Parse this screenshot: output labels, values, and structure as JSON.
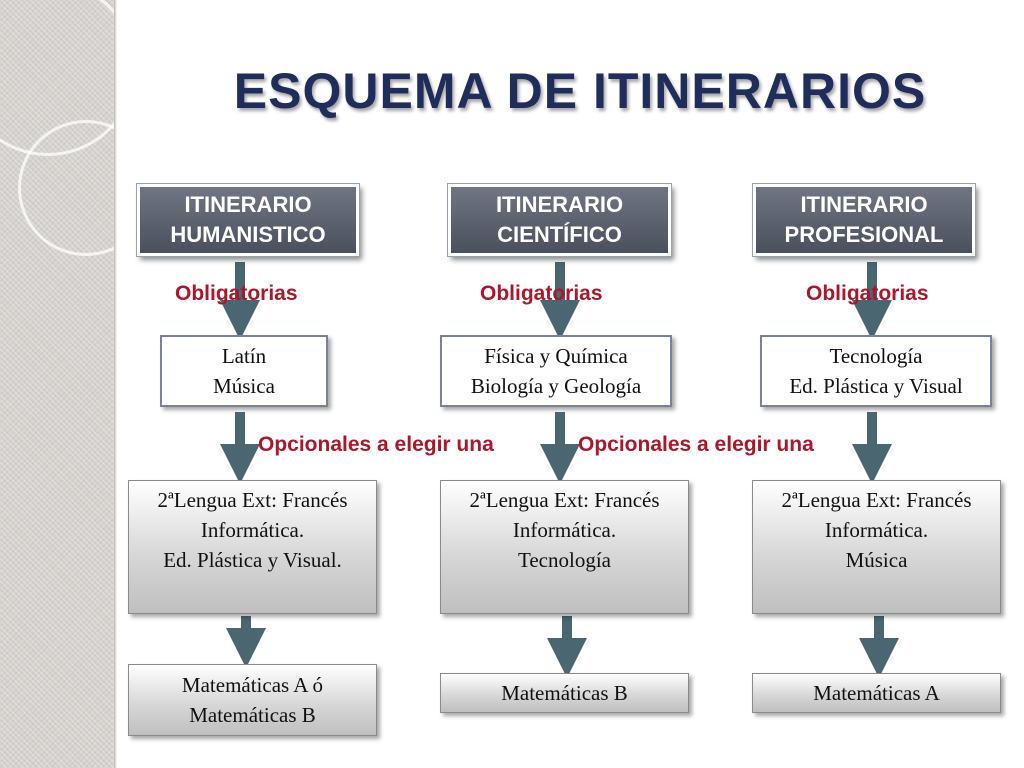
{
  "title": "ESQUEMA DE ITINERARIOS",
  "colors": {
    "title": "#1f2d5a",
    "header_box": "#5a5f6e",
    "label_red": "#a8182b",
    "arrow": "#4a6670"
  },
  "columns": [
    {
      "header": [
        "ITINERARIO",
        "HUMANISTICO"
      ],
      "obligatorias_label": "Obligatorias",
      "obligatorias": [
        "Latín",
        "Música"
      ],
      "opcionales": [
        "2ªLengua Ext: Francés",
        "Informática.",
        "Ed. Plástica y Visual."
      ],
      "matematicas": [
        "Matemáticas A ó",
        "Matemáticas B"
      ]
    },
    {
      "header": [
        "ITINERARIO",
        "CIENTÍFICO"
      ],
      "obligatorias_label": "Obligatorias",
      "obligatorias": [
        "Física y Química",
        "Biología y Geología"
      ],
      "opcionales": [
        "2ªLengua Ext: Francés",
        "Informática.",
        "Tecnología"
      ],
      "matematicas": [
        "Matemáticas B"
      ]
    },
    {
      "header": [
        "ITINERARIO",
        "PROFESIONAL"
      ],
      "obligatorias_label": "Obligatorias",
      "obligatorias": [
        "Tecnología",
        "Ed. Plástica y Visual"
      ],
      "opcionales": [
        "2ªLengua Ext: Francés",
        "Informática.",
        "Música"
      ],
      "matematicas": [
        "Matemáticas A"
      ]
    }
  ],
  "opcionales_labels": [
    "Opcionales a elegir una",
    "Opcionales a elegir una"
  ]
}
